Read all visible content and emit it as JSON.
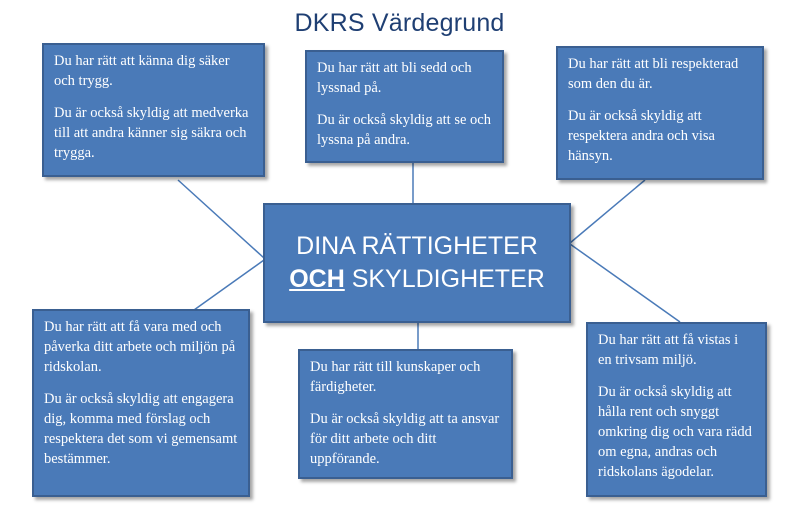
{
  "title": "DKRS Värdegrund",
  "center": {
    "line1": "DINA RÄTTIGHETER",
    "line2_emphasis": "OCH",
    "line2_rest": " SKYLDIGHETER"
  },
  "boxes": {
    "top_left": {
      "right": "Du har rätt att känna dig säker och trygg.",
      "duty": "Du är också skyldig att medverka till att andra känner sig säkra och trygga."
    },
    "top_center": {
      "right": "Du har rätt att bli sedd och lyssnad på.",
      "duty": "Du är också skyldig att se och lyssna på andra."
    },
    "top_right": {
      "right": "Du har rätt att bli respekterad som den du är.",
      "duty": "Du är också skyldig att respektera andra och visa hänsyn."
    },
    "bottom_left": {
      "right": "Du har rätt att få vara med och påverka ditt arbete och miljön på ridskolan.",
      "duty": "Du är också skyldig att engagera dig, komma med förslag och respektera det som vi gemensamt bestämmer."
    },
    "bottom_center": {
      "right": "Du har rätt till kunskaper och färdigheter.",
      "duty": "Du är också skyldig att ta ansvar för ditt arbete och ditt uppförande."
    },
    "bottom_right": {
      "right": "Du har rätt att få vistas i en trivsam miljö.",
      "duty": "Du är också skyldig att hålla rent och snyggt omkring dig och vara rädd om egna, andras och ridskolans ägodelar."
    }
  },
  "colors": {
    "box_fill": "#4a7ab8",
    "box_border": "#3a5f91",
    "title_text": "#1f3f73",
    "connector": "#4a7ab8"
  }
}
